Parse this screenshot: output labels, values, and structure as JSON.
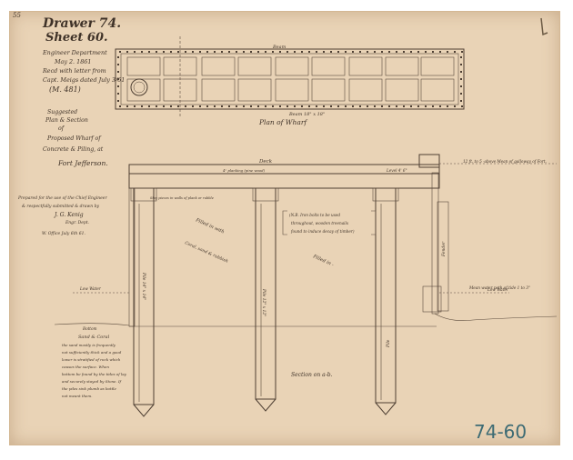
{
  "header": {
    "drawer": "Drawer 74.",
    "sheet": "Sheet 60.",
    "lines": [
      "Engineer Department",
      "May 2. 1861",
      "Recd with letter from",
      "Capt. Meigs dated July 3/61",
      "(M. 481)"
    ]
  },
  "plan": {
    "title": "Plan of Wharf",
    "top_label": "Beam",
    "bottom_label": "Beam 18\" x 18\""
  },
  "proposal": {
    "lines": [
      "Suggested",
      "Plan & Section",
      "of",
      "Proposed Wharf of",
      "Concrete & Piling, at",
      "Fort Jefferson."
    ]
  },
  "note_left": {
    "lines": [
      "Prepared for the use of the Chief Engineer",
      "& respectfully submitted & drawn by",
      "J. G. Kenig",
      "Engr. Dept.",
      "W. Office July 6th 61."
    ]
  },
  "section": {
    "deck_label": "Deck",
    "level": "Level 4' 6\"",
    "plank_note": "4\" planking (pine wood)",
    "right_top": "12 ft. to 5 -above Mean of galloway of Fort.",
    "right_bottom": "Mean water path of tide 1 to 3\"",
    "low_water_left": "Low Water",
    "low_water_right": "Low Water",
    "bottom": "Bottom",
    "sand": "Sand & Coral",
    "filled1": "Filled in with",
    "filled2": "Coral, sand & rubbish",
    "filled3": "Filled in -",
    "bolts": "Stay pieces in walls of plank or rubble",
    "bolt_note": [
      "(N.B. Iron bolts to be used",
      "throughout, wooden treenails",
      "found to induce decay of timber)"
    ],
    "section_label": "Section on a-b.",
    "pile_left": "Pile 14\" x 14\"",
    "pile_mid": "Pile 12\" x 12\"",
    "pile_right": "Pile",
    "fender": "Fender",
    "bottom_note": [
      "the sand mostly is frequently",
      "not sufficiently thick and a good",
      "lower is stratified of rock which",
      "causes the surface. When",
      "bottom be found by the tides of lay",
      "and securely stayed by Stone. If",
      "the piles sink plumb as bottle",
      "not meant them."
    ]
  },
  "stamp": "74-60",
  "corner_mark": "55"
}
